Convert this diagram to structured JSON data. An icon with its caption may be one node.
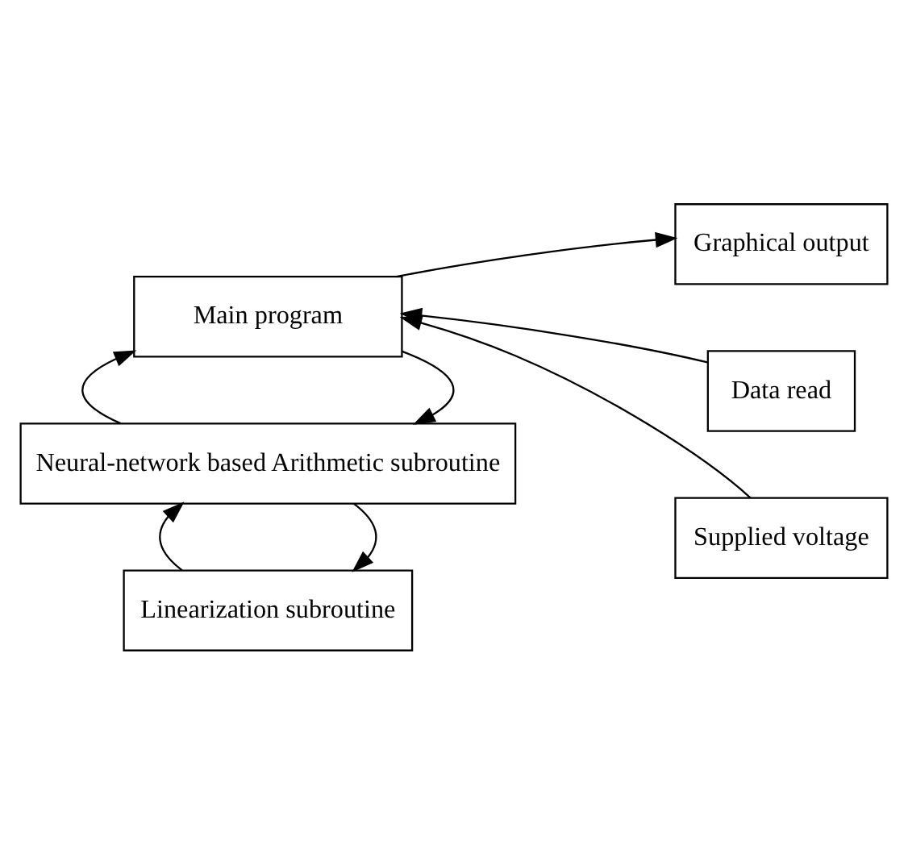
{
  "diagram": {
    "nodes": [
      {
        "text": [
          "Main program"
        ]
      },
      {
        "text": [
          "Graphical output"
        ]
      },
      {
        "text": [
          "Data read"
        ]
      },
      {
        "text": [
          "Supplied voltage"
        ]
      },
      {
        "text": [
          "Neural-network based Arithmetic subroutine"
        ]
      },
      {
        "text": [
          "Linearization subroutine"
        ]
      }
    ],
    "edges": [
      {
        "from": 0,
        "to": 1,
        "arrow": "to"
      },
      {
        "from": 2,
        "to": 0,
        "arrow": "to"
      },
      {
        "from": 3,
        "to": 0,
        "arrow": "to"
      },
      {
        "from": 0,
        "to": 4,
        "arrow": "to"
      },
      {
        "from": 4,
        "to": 0,
        "arrow": "to"
      },
      {
        "from": 4,
        "to": 5,
        "arrow": "to"
      },
      {
        "from": 5,
        "to": 4,
        "arrow": "to"
      }
    ]
  }
}
